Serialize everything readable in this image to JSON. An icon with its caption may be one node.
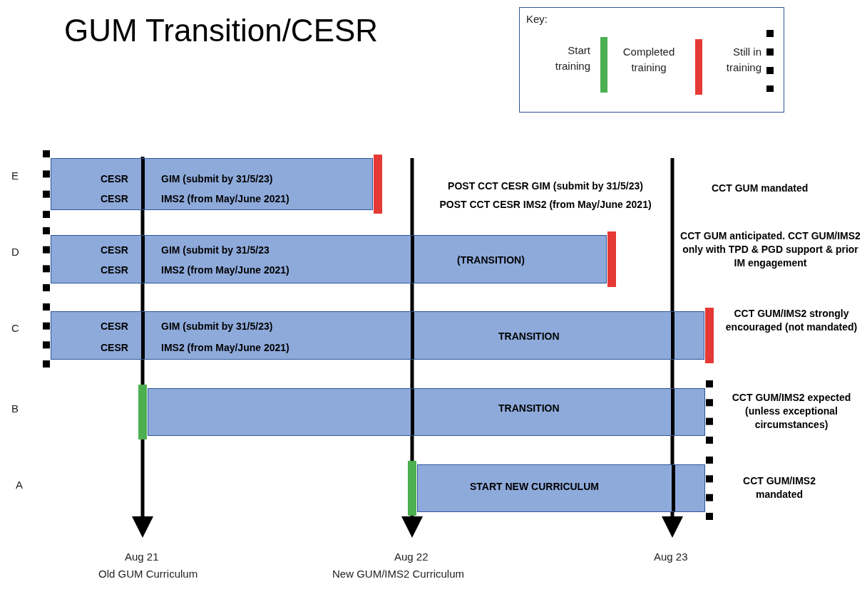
{
  "diagram": {
    "title": "GUM Transition/CESR",
    "nodes": [
      {
        "text": [
          "CESR",
          "GIM (submit by 31/5/23)",
          "CESR",
          "IMS2 (from May/June 2021)"
        ],
        "beside": [
          "POST CCT CESR GIM (submit by 31/5/23)",
          "POST CCT CESR IMS2 (from May/June 2021)"
        ]
      },
      {
        "text": [
          "CESR",
          "GIM (submit by 31/5/23",
          "CESR",
          "IMS2 (from May/June 2021)",
          "(TRANSITION)"
        ]
      },
      {
        "text": [
          "CESR",
          "GIM (submit by 31/5/23)",
          "CESR",
          "IMS2 (from May/June 2021)",
          "TRANSITION"
        ],
        "beside": [
          "CCT GUM/IMS2 strongly encouraged (not mandated)"
        ]
      },
      {
        "text": [
          "TRANSITION"
        ],
        "beside": [
          "CCT GUM/IMS2 expected (unless exceptional circumstances)"
        ]
      },
      {
        "text": [
          "START NEW CURRICULUM"
        ],
        "beside": [
          "CCT GUM/IMS2 mandated"
        ]
      }
    ],
    "labels": [
      "Key:",
      "E",
      "CCT GUM mandated",
      "D",
      "CCT GUM anticipated. CCT GUM/IMS2 only with TPD & PGD support & prior IM engagement",
      "C",
      "B",
      "A",
      "Aug 21",
      "Old GUM Curriculum",
      "Aug 22",
      "New GUM/IMS2 Curriculum",
      "Aug 23"
    ],
    "legend": [
      {
        "text": "Start training",
        "color": "#4caf50"
      },
      {
        "text": "Completed training",
        "color": "#e53935"
      },
      {
        "text": "Still in training"
      }
    ]
  }
}
